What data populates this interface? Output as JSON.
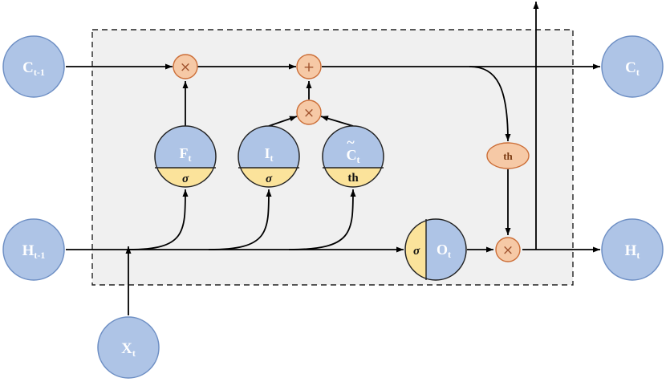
{
  "nodes": {
    "c_prev": {
      "main": "C",
      "sub": "t-1"
    },
    "h_prev": {
      "main": "H",
      "sub": "t-1"
    },
    "x_t": {
      "main": "X",
      "sub": "t"
    },
    "c_t": {
      "main": "C",
      "sub": "t"
    },
    "h_t": {
      "main": "H",
      "sub": "t"
    }
  },
  "gates": {
    "forget": {
      "main": "F",
      "sub": "t",
      "activation": "σ"
    },
    "input": {
      "main": "I",
      "sub": "t",
      "activation": "σ"
    },
    "candidate": {
      "main": "C",
      "sub": "t",
      "accent": "~",
      "activation": "th"
    },
    "output": {
      "main": "O",
      "sub": "t",
      "activation": "σ"
    }
  },
  "operators": {
    "multiply": "×",
    "add": "+",
    "tanh": "th"
  },
  "colors": {
    "node_fill": "#aec4e6",
    "node_stroke": "#6e8fc4",
    "activation_fill": "#fbe39b",
    "operator_fill": "#f6c9a6",
    "operator_stroke": "#cc6e37",
    "cell_background": "#f0f0f0",
    "cell_border": "#222222"
  },
  "icons": {
    "multiply": "multiply-operator-icon",
    "add": "add-operator-icon",
    "tanh": "tanh-operator-icon"
  }
}
